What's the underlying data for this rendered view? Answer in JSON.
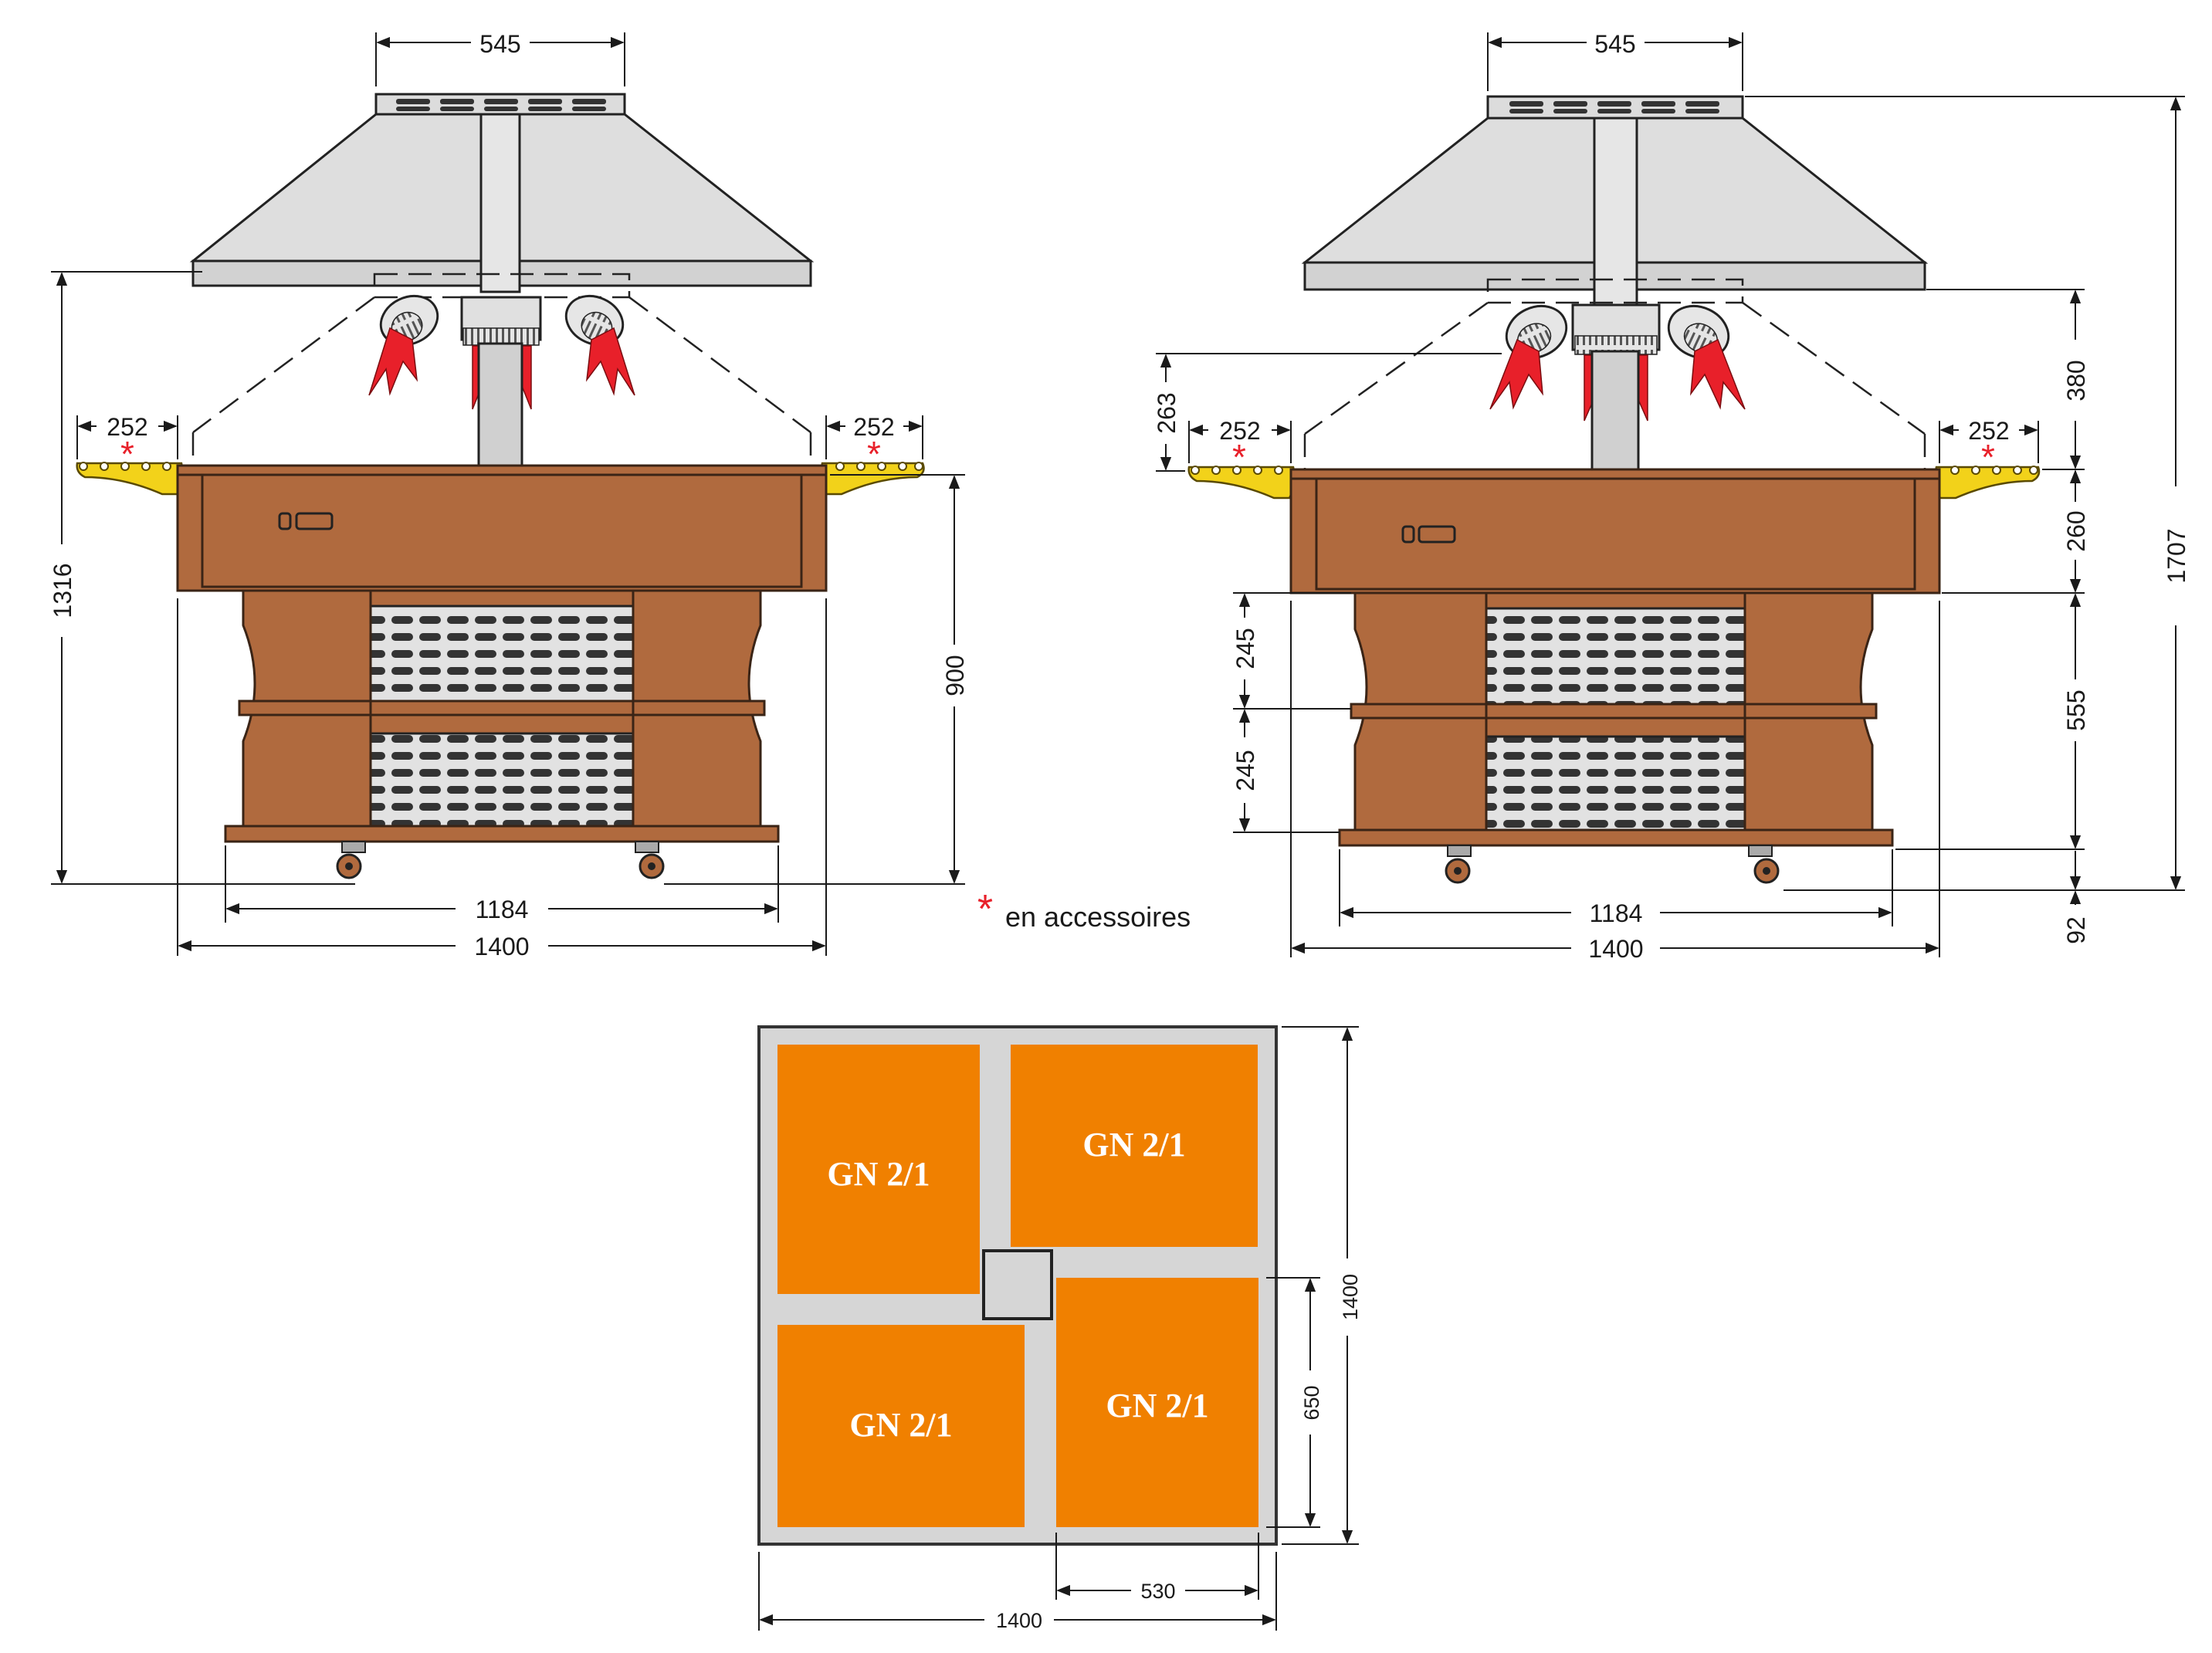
{
  "front_view": {
    "hood_width": "545",
    "total_height": "1316",
    "tray_left": "252",
    "tray_right": "252",
    "counter_height": "900",
    "base_width": "1184",
    "total_width": "1400"
  },
  "side_view": {
    "hood_width": "545",
    "lamp_offset": "263",
    "tray_left": "252",
    "tray_right": "252",
    "hood_to_top": "380",
    "top_thickness": "260",
    "cabinet_height": "555",
    "wheel_height": "92",
    "total_height": "1707",
    "shelf_upper": "245",
    "shelf_lower": "245",
    "base_width": "1184",
    "total_width": "1400"
  },
  "legend": {
    "asterisk": "*",
    "text": "en accessoires"
  },
  "plan_view": {
    "pans": [
      "GN 2/1",
      "GN 2/1",
      "GN 2/1",
      "GN 2/1"
    ],
    "depth": "1400",
    "pan_depth": "650",
    "pan_width": "530",
    "width": "1400"
  },
  "colors": {
    "wood": "#b06a3e",
    "wood_dark": "#3a2416",
    "steel": "#d8d8d8",
    "flame": "#e8202a",
    "brass": "#f2d21a",
    "pan": "#f08000",
    "asterisk": "#e8202a"
  }
}
